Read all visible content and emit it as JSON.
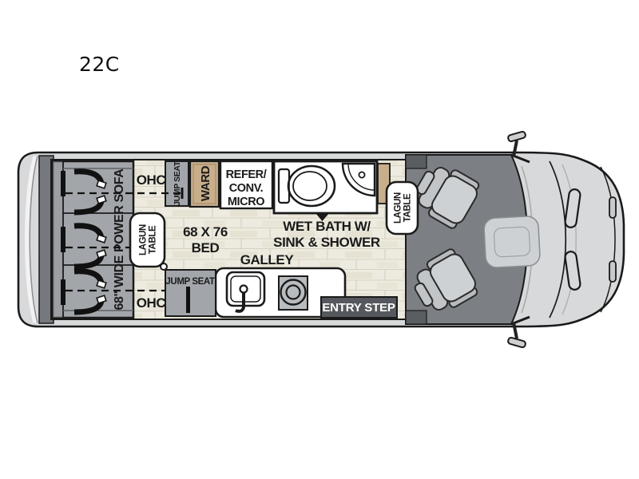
{
  "title": "22C",
  "labels": {
    "sofa": "68\" WIDE POWER SOFA",
    "ohc_top": "OHC",
    "ohc_bottom": "OHC",
    "jump_seat_top": "JUMP SEAT",
    "jump_seat_bottom": "JUMP SEAT",
    "ward": "WARD",
    "refer1": "REFER/",
    "refer2": "CONV.",
    "refer3": "MICRO",
    "wetbath1": "WET BATH W/",
    "wetbath2": "SINK & SHOWER",
    "bed1": "68 X 76",
    "bed2": "BED",
    "galley": "GALLEY",
    "entry_step": "ENTRY STEP",
    "lagun_left1": "LAGUN",
    "lagun_left2": "TABLE",
    "lagun_right1": "LAGUN",
    "lagun_right2": "TABLE"
  },
  "colors": {
    "outline": "#1a1a1a",
    "body_gray": "#d8d9da",
    "cab_floor": "#7c8085",
    "rear_strip": "#75797d",
    "sofa_gray": "#a2a6aa",
    "cabinet_tan": "#c8ae8a",
    "floor_beige": "#edebdf",
    "entry_step_bg": "#55585c",
    "entry_step_text": "#ffffff"
  }
}
